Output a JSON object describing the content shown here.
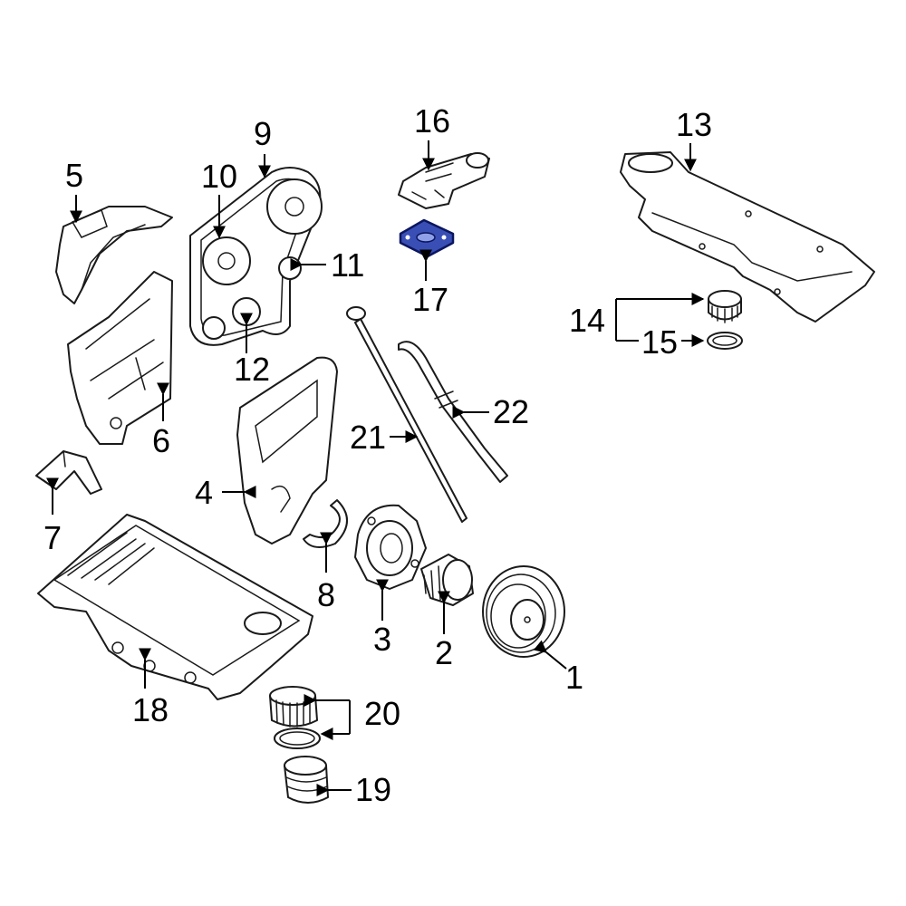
{
  "callouts": {
    "c1": "1",
    "c2": "2",
    "c3": "3",
    "c4": "4",
    "c5": "5",
    "c6": "6",
    "c7": "7",
    "c8": "8",
    "c9": "9",
    "c10": "10",
    "c11": "11",
    "c12": "12",
    "c13": "13",
    "c14": "14",
    "c15": "15",
    "c16": "16",
    "c17": "17",
    "c18": "18",
    "c19": "19",
    "c20": "20",
    "c21": "21",
    "c22": "22"
  },
  "colors": {
    "highlight": "#3a4fb5",
    "line": "#1a1a1a",
    "background": "#ffffff"
  },
  "highlighted_part": "17"
}
